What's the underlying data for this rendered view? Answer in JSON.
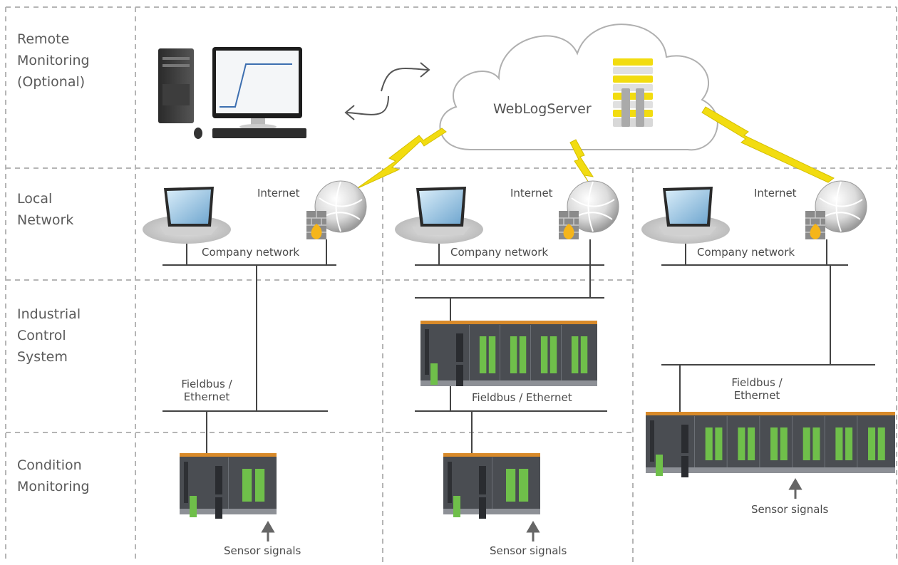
{
  "rows": [
    {
      "lines": [
        "Remote",
        "Monitoring",
        "(Optional)"
      ]
    },
    {
      "lines": [
        "Local",
        "Network"
      ]
    },
    {
      "lines": [
        "Industrial",
        "Control",
        "System"
      ]
    },
    {
      "lines": [
        "Condition",
        "Monitoring"
      ]
    }
  ],
  "cloud": {
    "label": "WebLogServer"
  },
  "columns": [
    {
      "internet": "Internet",
      "company_network": "Company network",
      "fieldbus": "Fieldbus / Ethernet",
      "sensor": "Sensor signals"
    },
    {
      "internet": "Internet",
      "company_network": "Company network",
      "fieldbus": "Fieldbus / Ethernet",
      "sensor": "Sensor signals"
    },
    {
      "internet": "Internet",
      "company_network": "Company network",
      "fieldbus": "Fieldbus / Ethernet",
      "sensor": "Sensor signals"
    }
  ],
  "colors": {
    "bolt": "#f2dc10",
    "grid": "#b5b5b5",
    "line": "#444444",
    "module": "#4a4d52",
    "terminal": "#6fbf4a"
  }
}
